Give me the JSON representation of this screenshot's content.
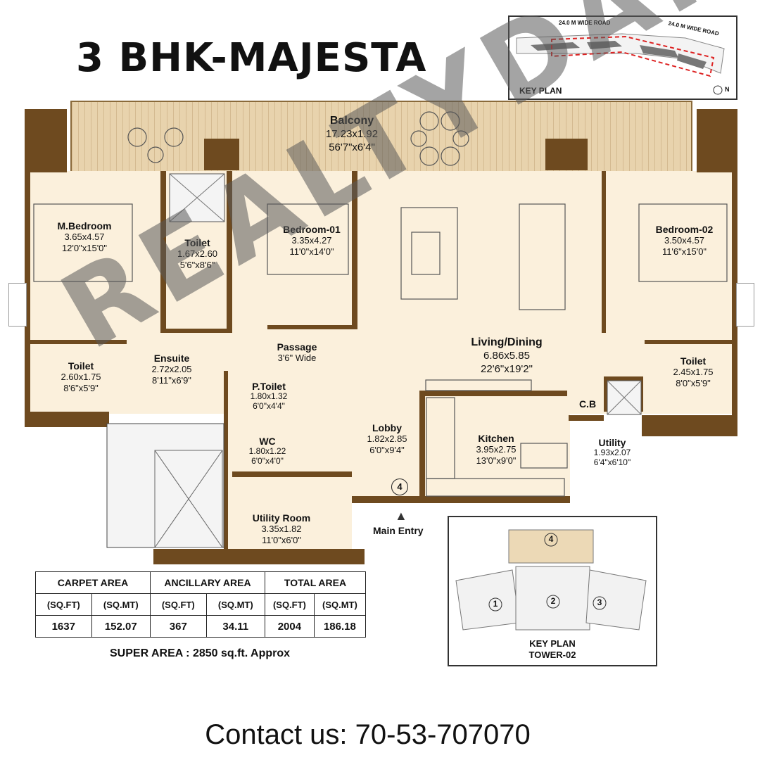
{
  "title": "3 BHK-MAJESTA",
  "rooms": {
    "balcony": {
      "name": "Balcony",
      "size_m": "17.23x1.92",
      "size_ft": "56'7\"x6'4\""
    },
    "master_bedroom": {
      "name": "M.Bedroom",
      "size_m": "3.65x4.57",
      "size_ft": "12'0\"x15'0\""
    },
    "toilet_1": {
      "name": "Toilet",
      "size_m": "1.67x2.60",
      "size_ft": "5'6\"x8'6\""
    },
    "bedroom_01": {
      "name": "Bedroom-01",
      "size_m": "3.35x4.27",
      "size_ft": "11'0\"x14'0\""
    },
    "living_dining": {
      "name": "Living/Dining",
      "size_m": "6.86x5.85",
      "size_ft": "22'6\"x19'2\""
    },
    "bedroom_02": {
      "name": "Bedroom-02",
      "size_m": "3.50x4.57",
      "size_ft": "11'6\"x15'0\""
    },
    "passage": {
      "name": "Passage",
      "size_ft": "3'6\" Wide"
    },
    "ensuite": {
      "name": "Ensuite",
      "size_m": "2.72x2.05",
      "size_ft": "8'11\"x6'9\""
    },
    "toilet_2": {
      "name": "Toilet",
      "size_m": "2.60x1.75",
      "size_ft": "8'6\"x5'9\""
    },
    "toilet_3": {
      "name": "Toilet",
      "size_m": "2.45x1.75",
      "size_ft": "8'0\"x5'9\""
    },
    "p_toilet": {
      "name": "P.Toilet",
      "size_m": "1.80x1.32",
      "size_ft": "6'0\"x4'4\""
    },
    "wc": {
      "name": "WC",
      "size_m": "1.80x1.22",
      "size_ft": "6'0\"x4'0\""
    },
    "lobby": {
      "name": "Lobby",
      "size_m": "1.82x2.85",
      "size_ft": "6'0\"x9'4\""
    },
    "kitchen": {
      "name": "Kitchen",
      "size_m": "3.95x2.75",
      "size_ft": "13'0\"x9'0\""
    },
    "cb": {
      "name": "C.B"
    },
    "utility": {
      "name": "Utility",
      "size_m": "1.93x2.07",
      "size_ft": "6'4\"x6'10\""
    },
    "utility_room": {
      "name": "Utility Room",
      "size_m": "3.35x1.82",
      "size_ft": "11'0\"x6'0\""
    }
  },
  "main_entry": "Main Entry",
  "unit_marker": "4",
  "key_plan_top": {
    "label": "KEY PLAN",
    "road_1": "24.0 M WIDE ROAD",
    "road_2": "24.0 M WIDE ROAD",
    "north": "N"
  },
  "key_plan_bottom": {
    "label": "KEY PLAN",
    "tower": "TOWER-02",
    "units": [
      "1",
      "2",
      "3",
      "4"
    ]
  },
  "area_table": {
    "headers": [
      "CARPET AREA",
      "ANCILLARY AREA",
      "TOTAL AREA"
    ],
    "units": [
      "(SQ.FT)",
      "(SQ.MT)",
      "(SQ.FT)",
      "(SQ.MT)",
      "(SQ.FT)",
      "(SQ.MT)"
    ],
    "values": [
      "1637",
      "152.07",
      "367",
      "34.11",
      "2004",
      "186.18"
    ]
  },
  "super_area": "SUPER AREA : 2850 sq.ft. Approx",
  "contact": "Contact us: 70-53-707070",
  "watermark": "REALTYDART",
  "colors": {
    "wall": "#6e4a1f",
    "floor": "#fbf0dc",
    "balcony": "#e8d3ad",
    "accent_red": "#d22"
  }
}
